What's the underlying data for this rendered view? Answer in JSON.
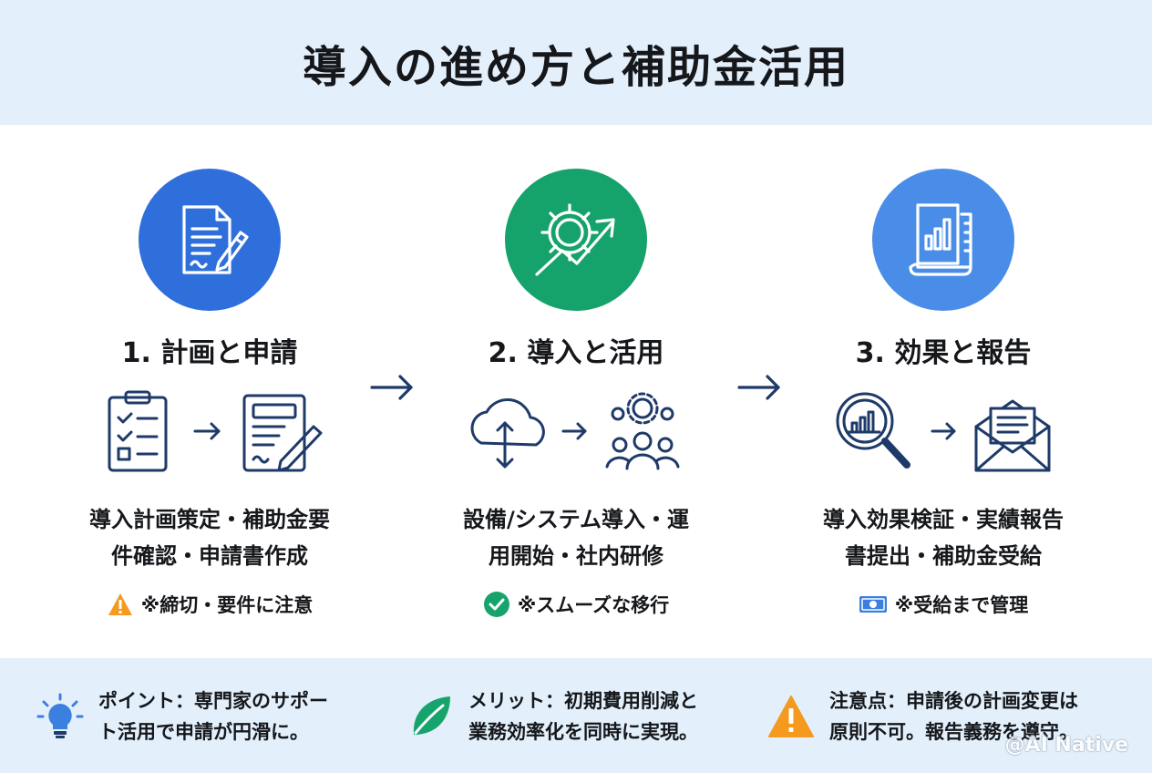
{
  "title": "導入の進め方と補助金活用",
  "steps": [
    {
      "title": "1. 計画と申請",
      "desc_line1": "導入計画策定・補助金要",
      "desc_line2": "件確認・申請書作成",
      "note": "※締切・要件に注意",
      "circle_color": "#2f6fdc",
      "main_icon": "document-pen-icon",
      "sub_icons": [
        "clipboard-checklist-icon",
        "form-pen-icon"
      ]
    },
    {
      "title": "2. 導入と活用",
      "desc_line1": "設備/システム導入・運",
      "desc_line2": "用開始・社内研修",
      "note": "※スムーズな移行",
      "circle_color": "#15a36b",
      "main_icon": "gear-growth-arrow-icon",
      "sub_icons": [
        "cloud-sync-icon",
        "team-gears-icon"
      ]
    },
    {
      "title": "3. 効果と報告",
      "desc_line1": "導入効果検証・実績報告",
      "desc_line2": "書提出・補助金受給",
      "note": "※受給まで管理",
      "circle_color": "#4a8de8",
      "main_icon": "report-chart-icon",
      "sub_icons": [
        "magnifier-chart-icon",
        "envelope-letter-icon"
      ]
    }
  ],
  "tips": [
    {
      "line1": "ポイント：専門家のサポー",
      "line2": "ト活用で申請が円滑に。",
      "icon": "lightbulb-icon"
    },
    {
      "line1": "メリット：初期費用削減と",
      "line2": "業務効率化を同時に実現。",
      "icon": "leaf-icon"
    },
    {
      "line1": "注意点：申請後の計画変更は",
      "line2": "原則不可。報告義務を遵守。",
      "icon": "warning-icon"
    }
  ],
  "watermark": "@AI Native",
  "colors": {
    "header_bg": "#e3f0fb",
    "navy": "#1e3a68",
    "warning": "#f39a1f",
    "success": "#17a46c",
    "blue": "#3b7fe0"
  }
}
